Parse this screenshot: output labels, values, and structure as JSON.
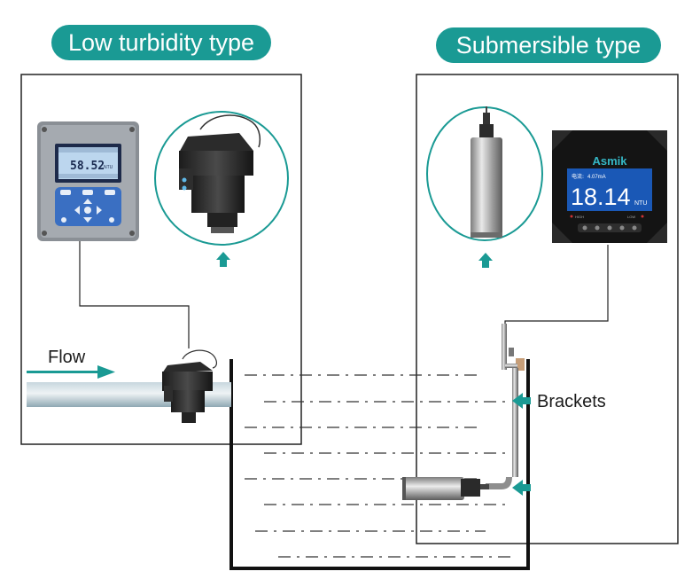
{
  "panels": {
    "left": {
      "title": "Low turbidity type"
    },
    "right": {
      "title": "Submersible type"
    }
  },
  "labels": {
    "flow": "Flow",
    "brackets": "Brackets"
  },
  "left_meter": {
    "reading": "58.52",
    "unit": "NTU"
  },
  "right_meter": {
    "brand": "Asmik",
    "current_label": "电流:",
    "current_value": "4.07mA",
    "reading": "18.14",
    "unit": "NTU",
    "indicators": [
      "HIGH",
      "LOW"
    ]
  },
  "colors": {
    "accent": "#1a9a94",
    "line": "#222222",
    "pipe": "#a9bfc9"
  }
}
